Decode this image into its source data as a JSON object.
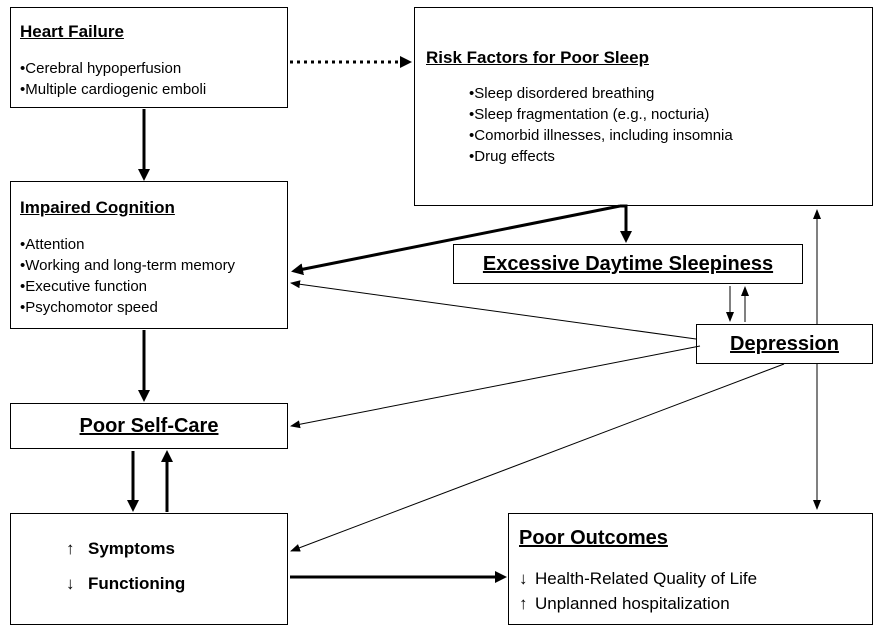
{
  "heart_failure": {
    "title": "Heart Failure",
    "items": [
      "Cerebral hypoperfusion",
      "Multiple cardiogenic emboli"
    ]
  },
  "risk_factors": {
    "title": "Risk Factors for Poor Sleep",
    "items": [
      "Sleep disordered breathing",
      "Sleep fragmentation (e.g., nocturia)",
      "Comorbid illnesses, including insomnia",
      "Drug effects"
    ]
  },
  "impaired_cognition": {
    "title": "Impaired Cognition",
    "items": [
      "Attention",
      "Working and long-term memory",
      "Executive function",
      "Psychomotor speed"
    ]
  },
  "sleepiness": {
    "title": "Excessive Daytime Sleepiness"
  },
  "depression": {
    "title": "Depression"
  },
  "self_care": {
    "title": "Poor Self-Care"
  },
  "symptoms_box": {
    "items": [
      {
        "arrow": "↑",
        "label": "Symptoms"
      },
      {
        "arrow": "↓",
        "label": "Functioning"
      }
    ]
  },
  "outcomes": {
    "title": "Poor Outcomes",
    "items": [
      {
        "arrow": "↓",
        "label": "Health-Related Quality of Life"
      },
      {
        "arrow": "↑",
        "label": "Unplanned hospitalization"
      }
    ]
  }
}
